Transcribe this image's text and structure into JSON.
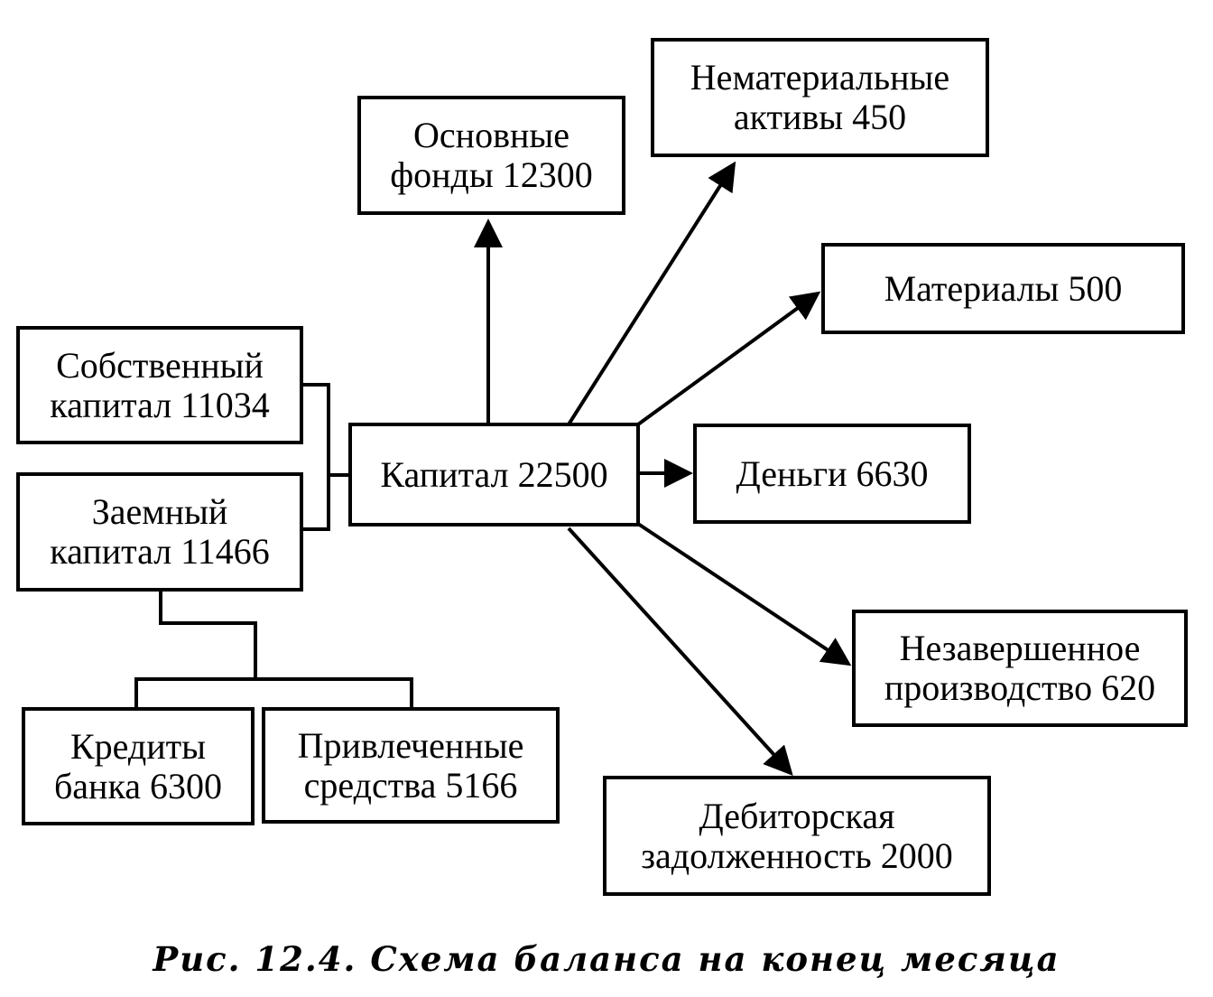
{
  "nodes": {
    "capital": {
      "lines": [
        "Капитал 22500"
      ]
    },
    "fixed_assets": {
      "lines": [
        "Основные",
        "фонды 12300"
      ]
    },
    "intangible_assets": {
      "lines": [
        "Нематериальные",
        "активы 450"
      ]
    },
    "materials": {
      "lines": [
        "Материалы 500"
      ]
    },
    "money": {
      "lines": [
        "Деньги 6630"
      ]
    },
    "work_in_progress": {
      "lines": [
        "Незавершенное",
        "производство 620"
      ]
    },
    "receivables": {
      "lines": [
        "Дебиторская",
        "задолженность 2000"
      ]
    },
    "equity": {
      "lines": [
        "Собственный",
        "капитал 11034"
      ]
    },
    "borrowed": {
      "lines": [
        "Заемный",
        "капитал 11466"
      ]
    },
    "bank_loans": {
      "lines": [
        "Кредиты",
        "банка 6300"
      ]
    },
    "attracted_funds": {
      "lines": [
        "Привлеченные",
        "средства 5166"
      ]
    }
  },
  "caption": "Рис. 12.4. Схема баланса на конец месяца"
}
